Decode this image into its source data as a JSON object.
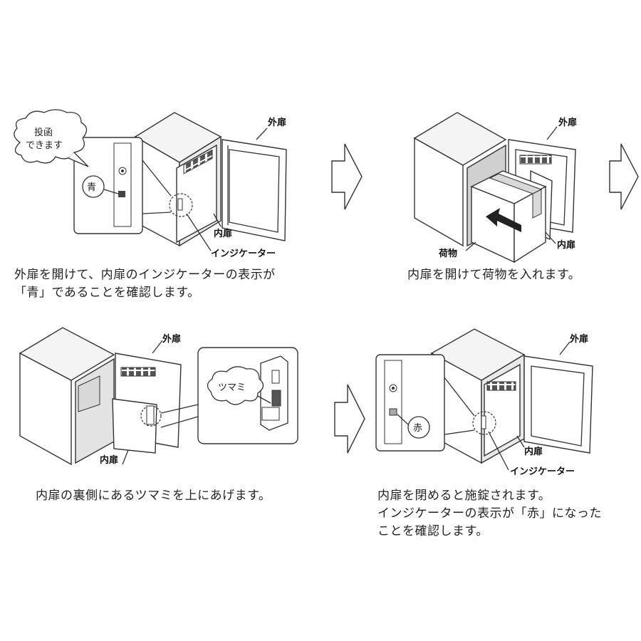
{
  "steps": [
    {
      "caption": [
        "外扉を開けて、内扉のインジケーターの表示が",
        "「青」であることを確認します。"
      ],
      "labels": {
        "outer_door": "外扉",
        "inner_door": "内扉",
        "indicator": "インジケーター"
      },
      "bubble": [
        "投函",
        "できます"
      ],
      "indicator_text": "青"
    },
    {
      "caption": [
        "内扉を開けて荷物を入れます。"
      ],
      "labels": {
        "outer_door": "外扉",
        "inner_door": "内扉",
        "parcel": "荷物"
      }
    },
    {
      "caption": [
        "内扉の裏側にあるツマミを上にあげます。"
      ],
      "labels": {
        "outer_door": "外扉",
        "inner_door": "内扉"
      },
      "bubble": "ツマミ"
    },
    {
      "caption": [
        "内扉を閉めると施錠されます。",
        "インジケーターの表示が「赤」になった",
        "ことを確認します。"
      ],
      "labels": {
        "outer_door": "外扉",
        "inner_door": "内扉",
        "indicator": "インジケーター"
      },
      "indicator_text": "赤"
    }
  ],
  "colors": {
    "line": "#333333",
    "door_fill": "#ffffff",
    "shade": "#d8d8d8",
    "arrow": "#333333"
  },
  "icons": [
    "arrow-right-icon",
    "push-arrow-icon",
    "lock-cylinder-icon"
  ]
}
